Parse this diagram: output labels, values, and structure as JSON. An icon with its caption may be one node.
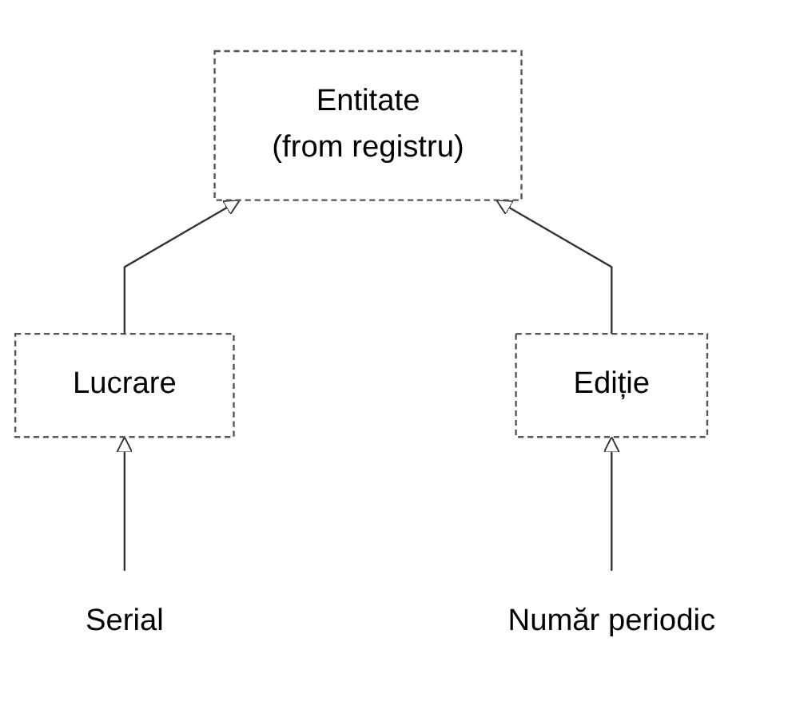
{
  "diagram": {
    "nodes": [
      {
        "text": [
          "Entitate",
          "(from registru)"
        ]
      },
      {
        "text": [
          "Lucrare"
        ]
      },
      {
        "text": [
          "Ediție"
        ]
      },
      {
        "text": [
          "Serial"
        ]
      },
      {
        "text": [
          "Număr periodic"
        ]
      }
    ],
    "edges": [
      {
        "from": 1,
        "to": 0,
        "arrow": "to"
      },
      {
        "from": 2,
        "to": 0,
        "arrow": "to"
      },
      {
        "from": 3,
        "to": 1,
        "arrow": "to"
      },
      {
        "from": 4,
        "to": 2,
        "arrow": "to"
      }
    ]
  }
}
